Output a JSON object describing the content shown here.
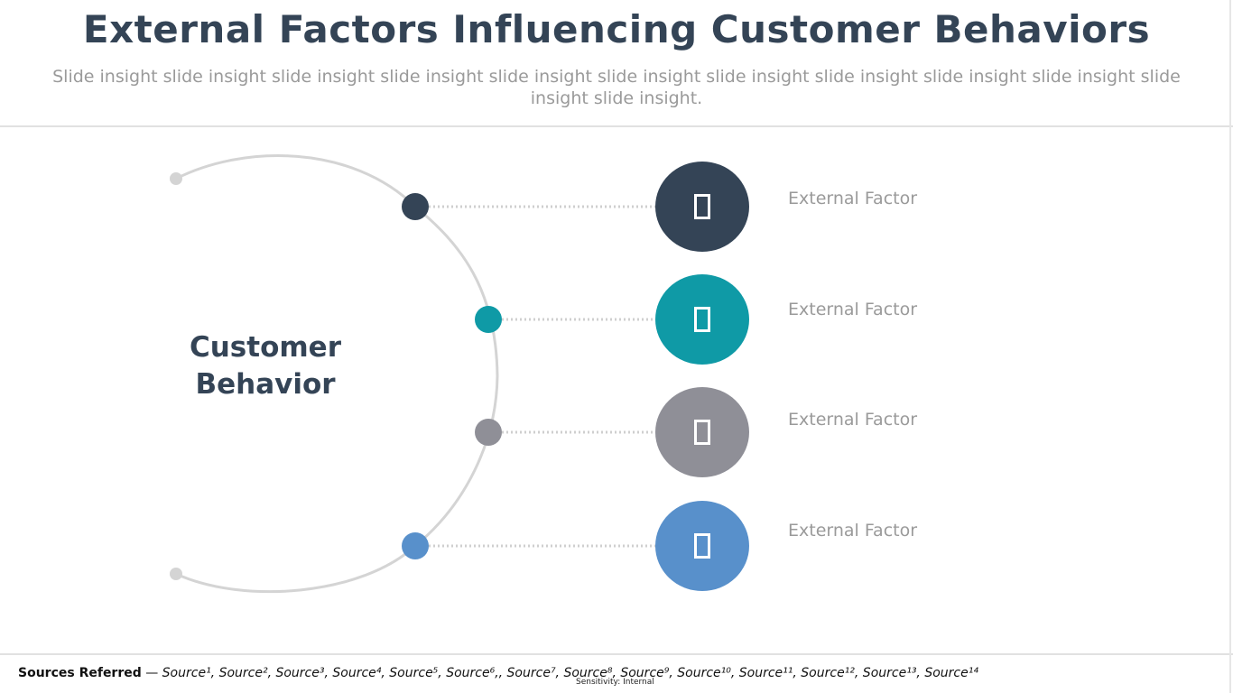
{
  "slide": {
    "title": "External Factors Influencing Customer Behaviors",
    "subtitle": "Slide insight slide insight slide insight slide insight slide insight slide insight slide insight slide insight slide insight slide insight slide insight slide insight.",
    "center_label_line1": "Customer",
    "center_label_line2": "Behavior"
  },
  "factors": [
    {
      "label": "External Factor",
      "color": "#344456",
      "icon": "placeholder-glyph-icon"
    },
    {
      "label": "External Factor",
      "color": "#0f9aa6",
      "icon": "placeholder-glyph-icon"
    },
    {
      "label": "External Factor",
      "color": "#8f8f97",
      "icon": "placeholder-glyph-icon"
    },
    {
      "label": "External Factor",
      "color": "#5890cb",
      "icon": "placeholder-glyph-icon"
    }
  ],
  "colors": {
    "arc": "#d4d4d4",
    "connector": "#cfcfcf",
    "title": "#344456",
    "muted": "#9a9a9a"
  },
  "footer": {
    "sources_heading": "Sources Referred",
    "sources_separator": " — ",
    "sources_list": "Source¹, Source², Source³, Source⁴, Source⁵, Source⁶,, Source⁷, Source⁸, Source⁹, Source¹⁰, Source¹¹, Source¹², Source¹³, Source¹⁴",
    "sensitivity": "Sensitivity: Internal"
  }
}
